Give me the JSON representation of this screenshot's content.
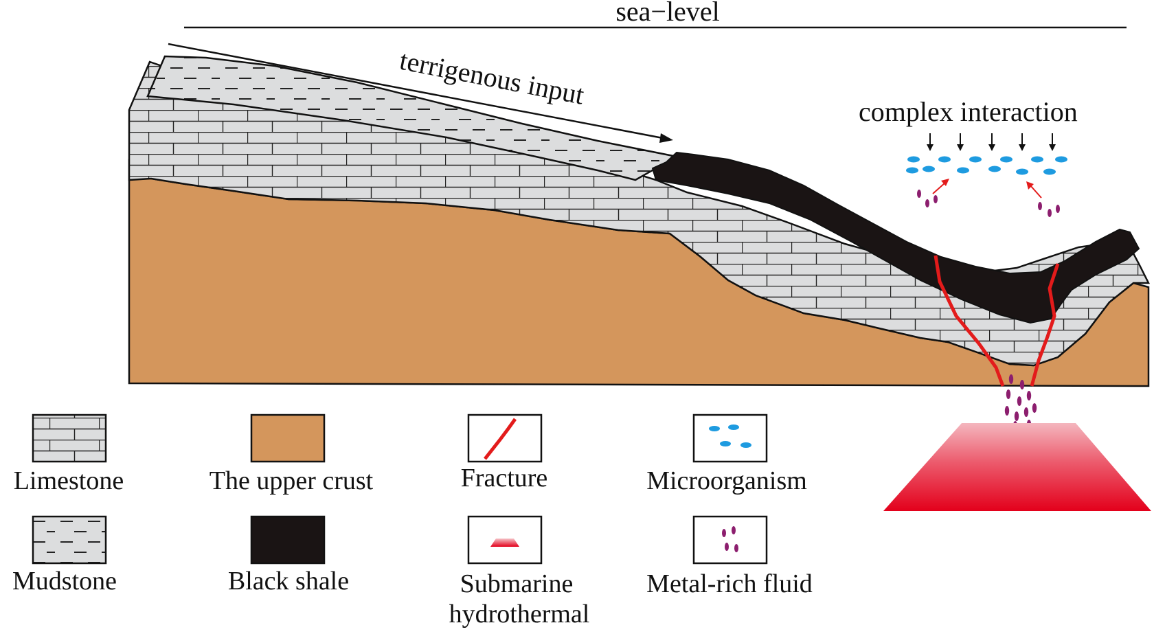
{
  "diagram": {
    "sea_level_label": "sea−level",
    "terrigenous_label": "terrigenous  input",
    "interaction_label": "complex interaction"
  },
  "legend": {
    "limestone": "Limestone",
    "mudstone": "Mudstone",
    "upper_crust": "The upper crust",
    "black_shale": "Black shale",
    "fracture": "Fracture",
    "submarine_line1": "Submarine",
    "submarine_line2": "hydrothermal",
    "microorganism": "Microorganism",
    "metal_fluid": "Metal-rich fluid"
  },
  "colors": {
    "upper_crust": "#D4965C",
    "limestone_fill": "#DCDDDE",
    "black_shale": "#1A1414",
    "fracture": "#E31B1B",
    "microorganism": "#1E9BE0",
    "metal_fluid": "#8C1E6E",
    "hydrothermal": "#E3001B"
  }
}
